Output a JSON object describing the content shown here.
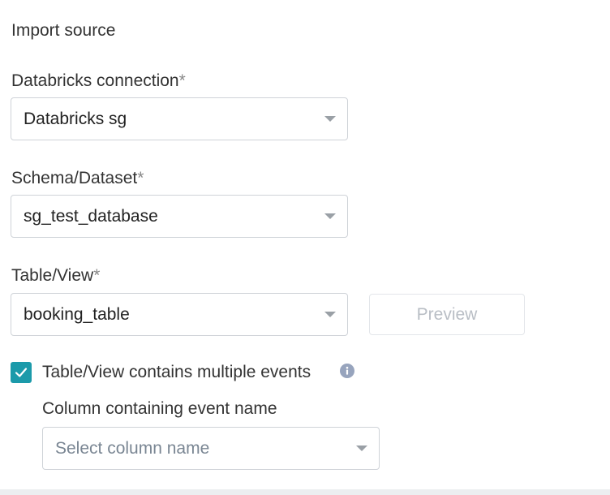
{
  "section": {
    "title": "Import source"
  },
  "connection": {
    "label": "Databricks connection",
    "required_marker": "*",
    "value": "Databricks sg"
  },
  "schema": {
    "label": "Schema/Dataset",
    "required_marker": "*",
    "value": "sg_test_database"
  },
  "table": {
    "label": "Table/View",
    "required_marker": "*",
    "value": "booking_table",
    "preview_label": "Preview"
  },
  "multiple_events": {
    "checked": true,
    "label": "Table/View contains multiple events",
    "info_icon": "info-icon"
  },
  "event_column": {
    "label": "Column containing event name",
    "placeholder": "Select column name"
  },
  "colors": {
    "accent": "#1b9aaa",
    "border": "#cfd3d8",
    "info": "#97a4bd"
  }
}
